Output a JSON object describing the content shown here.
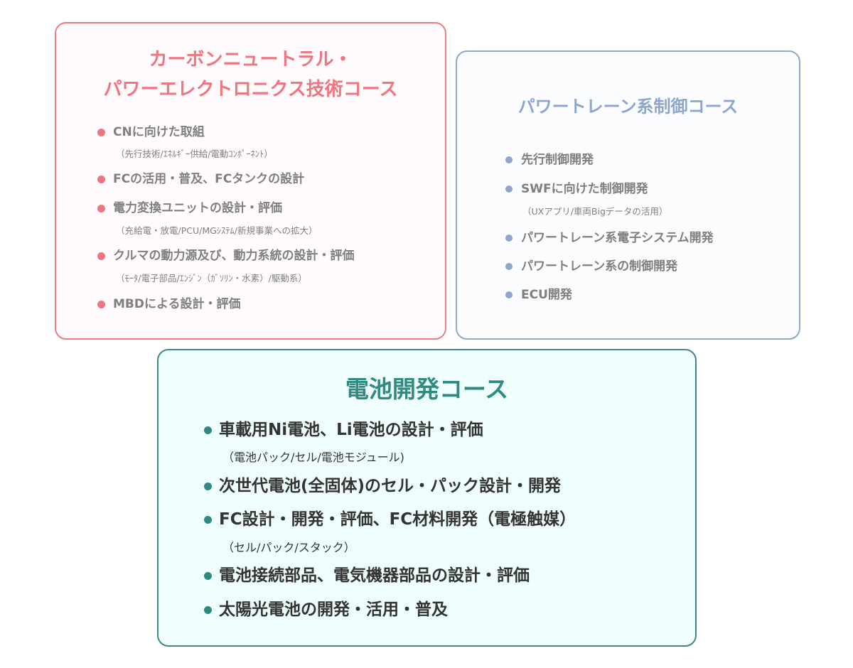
{
  "carbon": {
    "title_line1": "カーボンニュートラル・",
    "title_line2": "パワーエレクトロニクス技術コース",
    "items": [
      {
        "label": "CNに向けた取組",
        "sub": "（先行技術/ｴﾈﾙｷﾞｰ供給/電動ｺﾝﾎﾟｰﾈﾝﾄ）"
      },
      {
        "label": "FCの活用・普及、FCタンクの設計"
      },
      {
        "label": "電力変換ユニットの設計・評価",
        "sub": "（充給電・放電/PCU/MGｼｽﾃﾑ/新規事業への拡大）"
      },
      {
        "label": "クルマの動力源及び、動力系統の設計・評価",
        "sub": "（ﾓｰﾀ/電子部品/ｴﾝｼﾞﾝ（ｶﾞｿﾘﾝ・水素）/駆動系）"
      },
      {
        "label": "MBDによる設計・評価"
      }
    ]
  },
  "powertrain": {
    "title": "パワートレーン系制御コース",
    "items": [
      {
        "label": "先行制御開発"
      },
      {
        "label": "SWFに向けた制御開発",
        "sub": "（UXアプリ/車両Bigデータの活用）"
      },
      {
        "label": "パワートレーン系電子システム開発"
      },
      {
        "label": "パワートレーン系の制御開発"
      },
      {
        "label": "ECU開発"
      }
    ]
  },
  "battery": {
    "title": "電池開発コース",
    "items": [
      {
        "label": "車載用Ni電池、Li電池の設計・評価",
        "sub": "（電池パック/セル/電池モジュール)"
      },
      {
        "label": "次世代電池(全固体)のセル・パック設計・開発"
      },
      {
        "label": "FC設計・開発・評価、FC材料開発（電極触媒）",
        "sub": "（セル/パック/スタック）"
      },
      {
        "label": "電池接続部品、電気機器部品の設計・評価"
      },
      {
        "label": "太陽光電池の開発・活用・普及"
      }
    ]
  }
}
